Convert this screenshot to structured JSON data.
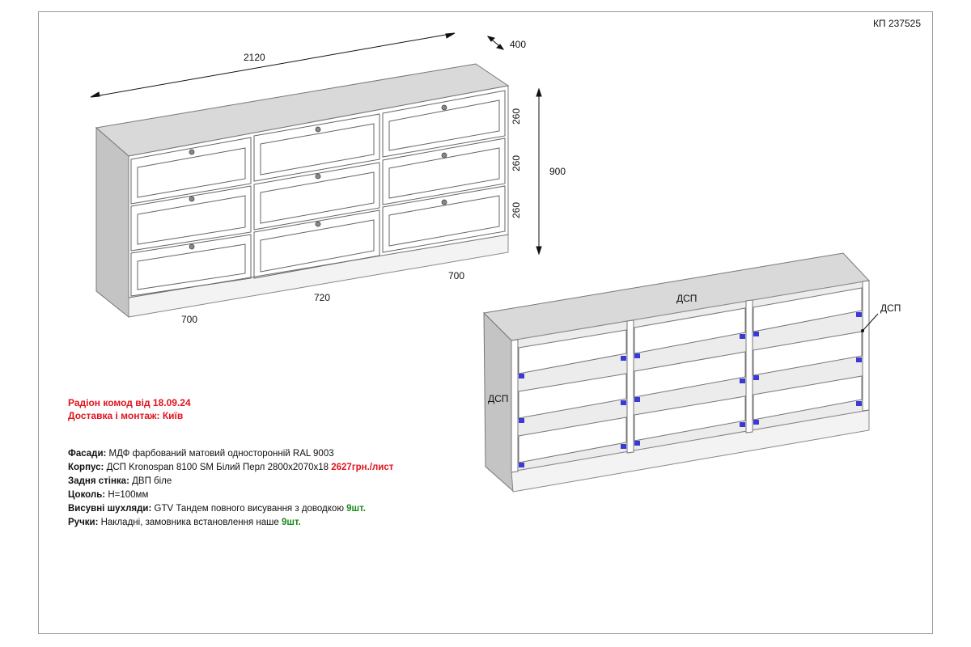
{
  "document": {
    "id": "КП 237525"
  },
  "dimensions": {
    "width": "2120",
    "depth": "400",
    "height": "900",
    "row_heights": [
      "260",
      "260",
      "260"
    ],
    "section_left": "700",
    "section_middle": "720",
    "section_right": "700"
  },
  "material_labels": {
    "top": "ДСП",
    "side_left": "ДСП",
    "side_right": "ДСП"
  },
  "order": {
    "title": "Радіон комод від 18.09.24",
    "delivery": "Доставка і монтаж: Київ"
  },
  "specs": {
    "facades": {
      "label": "Фасади:",
      "value": "МДФ фарбований матовий односторонній RAL 9003"
    },
    "body": {
      "label": "Корпус:",
      "value": "ДСП Kronospan 8100 SM Білий Перл 2800х2070х18",
      "price": "2627грн./лист"
    },
    "back": {
      "label": "Задня стінка:",
      "value": "ДВП біле"
    },
    "plinth": {
      "label": "Цоколь:",
      "value": "Н=100мм"
    },
    "drawers": {
      "label": "Висувні шухляди:",
      "value": "GTV Тандем повного висування з доводкою",
      "qty": "9шт."
    },
    "handles": {
      "label": "Ручки:",
      "value": "Накладні, замовника встановлення наше",
      "qty": "9шт."
    }
  },
  "colors": {
    "price": "#e0141e",
    "quantity": "#1a8a1a",
    "title": "#e0141e",
    "runner": "#3a3ad6"
  }
}
